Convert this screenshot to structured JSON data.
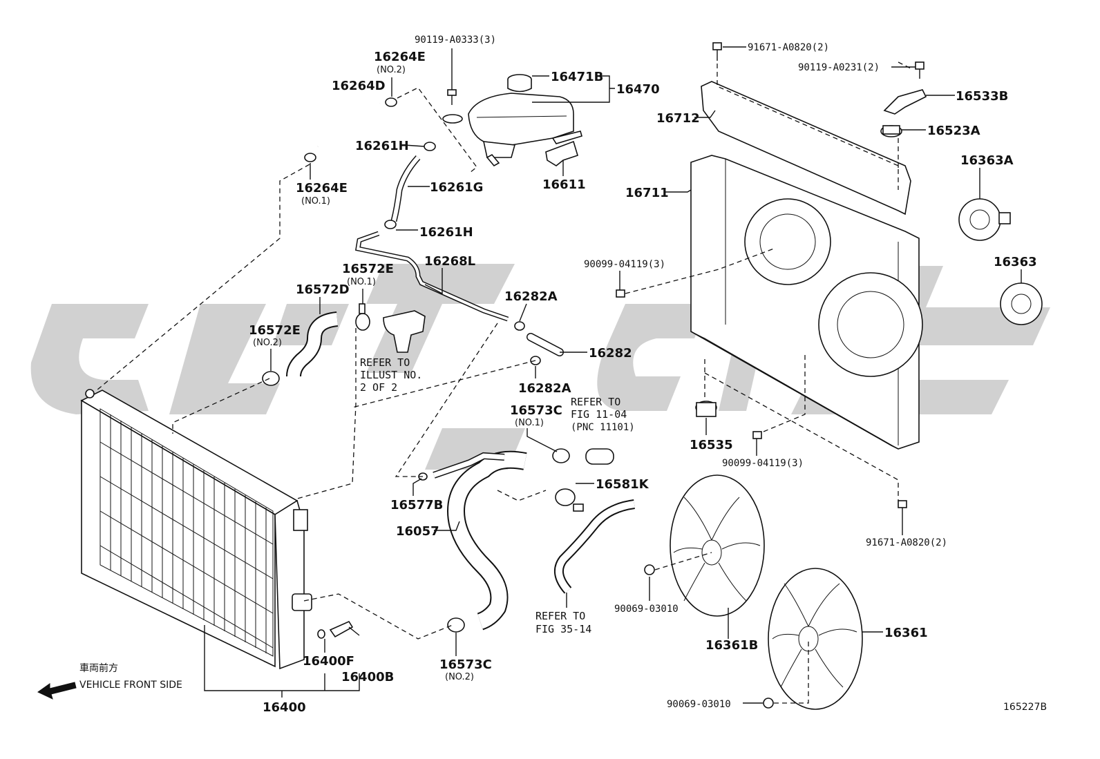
{
  "labels": {
    "p90119_a0333": "90119-A0333(3)",
    "p16264e_top": "16264E",
    "p16264e_top_sub": "(NO.2)",
    "p16264d": "16264D",
    "p16471b": "16471B",
    "p16470": "16470",
    "p16261h_top": "16261H",
    "p16611": "16611",
    "p16261g": "16261G",
    "p16264e_bot": "16264E",
    "p16264e_bot_sub": "(NO.1)",
    "p16261h_bot": "16261H",
    "p16268l": "16268L",
    "p16572e_top": "16572E",
    "p16572e_top_sub": "(NO.1)",
    "p16572d": "16572D",
    "p16572e_left": "16572E",
    "p16572e_left_sub": "(NO.2)",
    "p16282a_top": "16282A",
    "p16282": "16282",
    "p16282a_bot": "16282A",
    "p16573c_top": "16573C",
    "p16573c_top_sub": "(NO.1)",
    "p16581k": "16581K",
    "p16577b": "16577B",
    "p16057": "16057",
    "p16573c_bot": "16573C",
    "p16573c_bot_sub": "(NO.2)",
    "p16400f": "16400F",
    "p16400b": "16400B",
    "p16400": "16400",
    "p91671_a0820_top": "91671-A0820(2)",
    "p90119_a0231": "90119-A0231(2)",
    "p16533b": "16533B",
    "p16712": "16712",
    "p16523a": "16523A",
    "p16363a": "16363A",
    "p16711": "16711",
    "p90099_04119_top": "90099-04119(3)",
    "p16363": "16363",
    "p16535": "16535",
    "p90099_04119_bot": "90099-04119(3)",
    "p91671_a0820_bot": "91671-A0820(2)",
    "p90069_03010_top": "90069-03010",
    "p16361b": "16361B",
    "p16361": "16361",
    "p90069_03010_bot": "90069-03010"
  },
  "refs": {
    "illust_1": "REFER TO",
    "illust_2": "ILLUST NO.",
    "illust_3": "2 OF 2",
    "fig1104_1": "REFER TO",
    "fig1104_2": "FIG 11-04",
    "fig1104_3": "(PNC 11101)",
    "fig3514_1": "REFER TO",
    "fig3514_2": "FIG 35-14"
  },
  "footer": {
    "jp_direction": "車両前方",
    "direction": "VEHICLE FRONT SIDE",
    "figure_id": "165227B"
  },
  "icons": [
    "front-direction-arrow-icon"
  ],
  "colors": {
    "line": "#111111",
    "watermark": "#c9c9c9",
    "background": "#ffffff"
  }
}
